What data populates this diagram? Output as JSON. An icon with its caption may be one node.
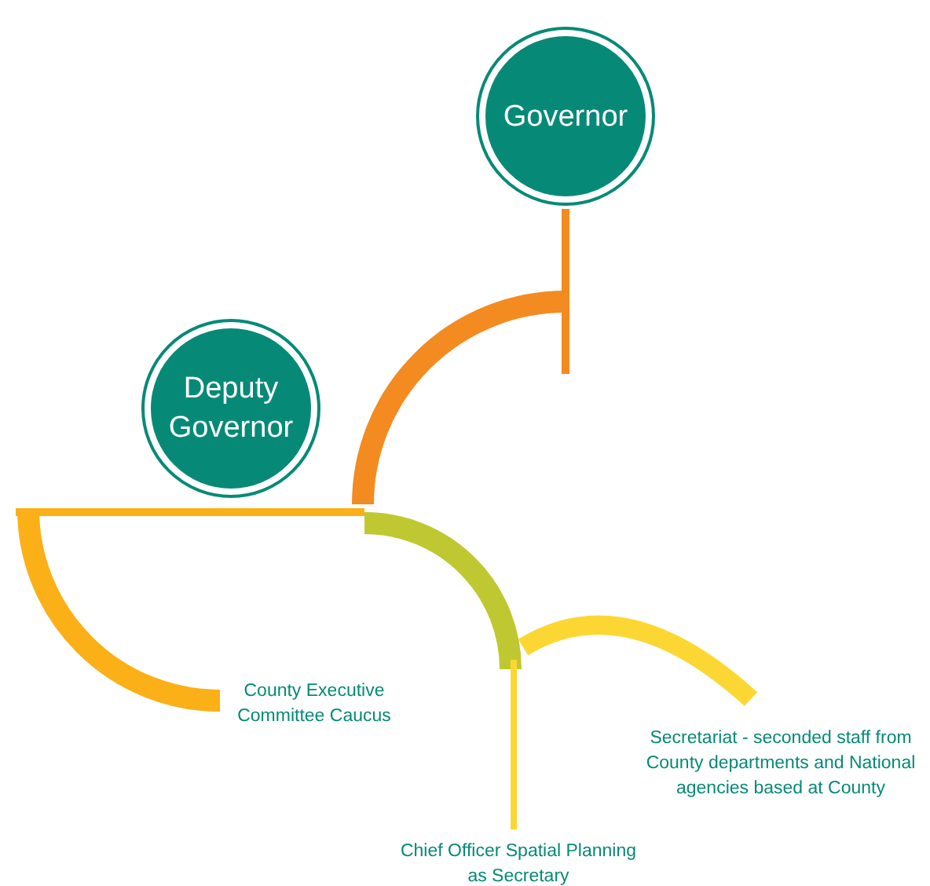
{
  "diagram": {
    "nodes": [
      {
        "text": [
          "Governor"
        ]
      },
      {
        "text": [
          "Deputy Governor"
        ]
      },
      {
        "text": [
          "County Executive Committee Caucus"
        ]
      },
      {
        "text": [
          "Secretariat - seconded staff from County departments and National agencies based at County"
        ]
      },
      {
        "text": [
          "Chief Officer Spatial Planning as Secretary"
        ]
      }
    ]
  }
}
